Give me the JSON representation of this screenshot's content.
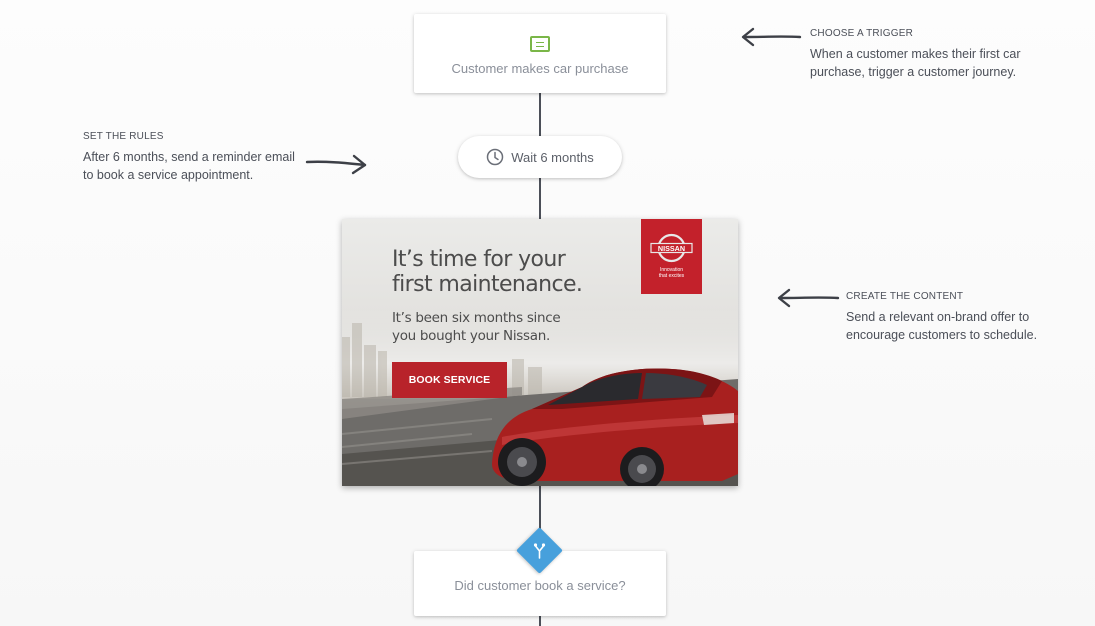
{
  "trigger": {
    "label": "Customer makes car purchase",
    "icon": "message-card-icon",
    "icon_color": "#7ab648"
  },
  "wait": {
    "label": "Wait 6 months",
    "icon": "clock-icon"
  },
  "email_content": {
    "headline_line1": "It’s time for your",
    "headline_line2": "first maintenance.",
    "sub_line1": "It’s been six months since",
    "sub_line2": "you bought your Nissan.",
    "cta_label": "BOOK SERVICE",
    "brand_name": "NISSAN",
    "brand_tagline_line1": "Innovation",
    "brand_tagline_line2": "that excites",
    "brand_color": "#c3212b"
  },
  "decision": {
    "label": "Did customer book a service?",
    "icon": "split-branch-icon",
    "icon_color": "#47a0dc"
  },
  "annotations": {
    "trigger": {
      "title": "CHOOSE A TRIGGER",
      "body_line1": "When a customer makes their first car",
      "body_line2": "purchase, trigger a customer journey."
    },
    "rules": {
      "title": "SET THE RULES",
      "body_line1": "After 6 months, send a reminder email",
      "body_line2": "to book a service appointment."
    },
    "content": {
      "title": "CREATE THE CONTENT",
      "body_line1": "Send a relevant on-brand offer to",
      "body_line2": "encourage customers to schedule."
    }
  },
  "colors": {
    "connector": "#4b4f58",
    "arrow": "#3d4047"
  }
}
